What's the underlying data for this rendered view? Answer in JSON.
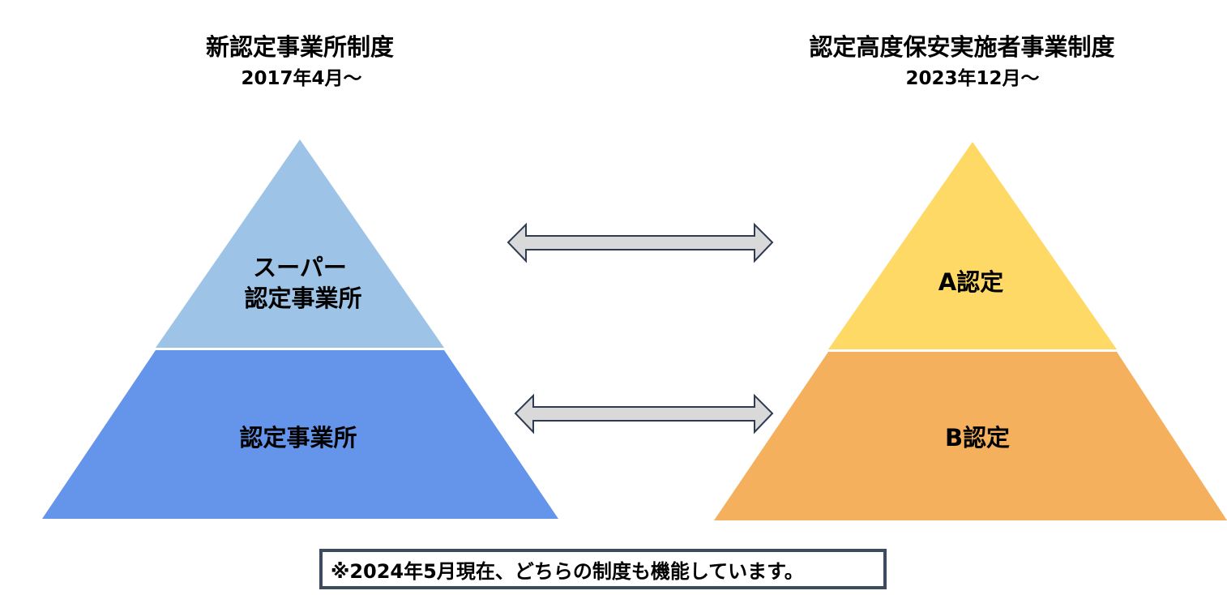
{
  "left_system": {
    "title": "新認定事業所制度",
    "date": "2017年4月～",
    "top_tier_label_line1": "スーパー",
    "top_tier_label_line2": "認定事業所",
    "bottom_tier_label": "認定事業所",
    "top_color": "#9dc3e6",
    "bottom_color": "#6495ea"
  },
  "right_system": {
    "title": "認定高度保安実施者事業制度",
    "date": "2023年12月～",
    "top_tier_label": "A認定",
    "bottom_tier_label": "B認定",
    "top_color": "#ffd966",
    "bottom_color": "#f4b05c"
  },
  "arrows": {
    "fill_color": "#d9d9d9",
    "stroke_color": "#2f3b52",
    "icon": "double-arrow-icon"
  },
  "note": {
    "text": "※2024年5月現在、どちらの制度も機能しています。"
  }
}
